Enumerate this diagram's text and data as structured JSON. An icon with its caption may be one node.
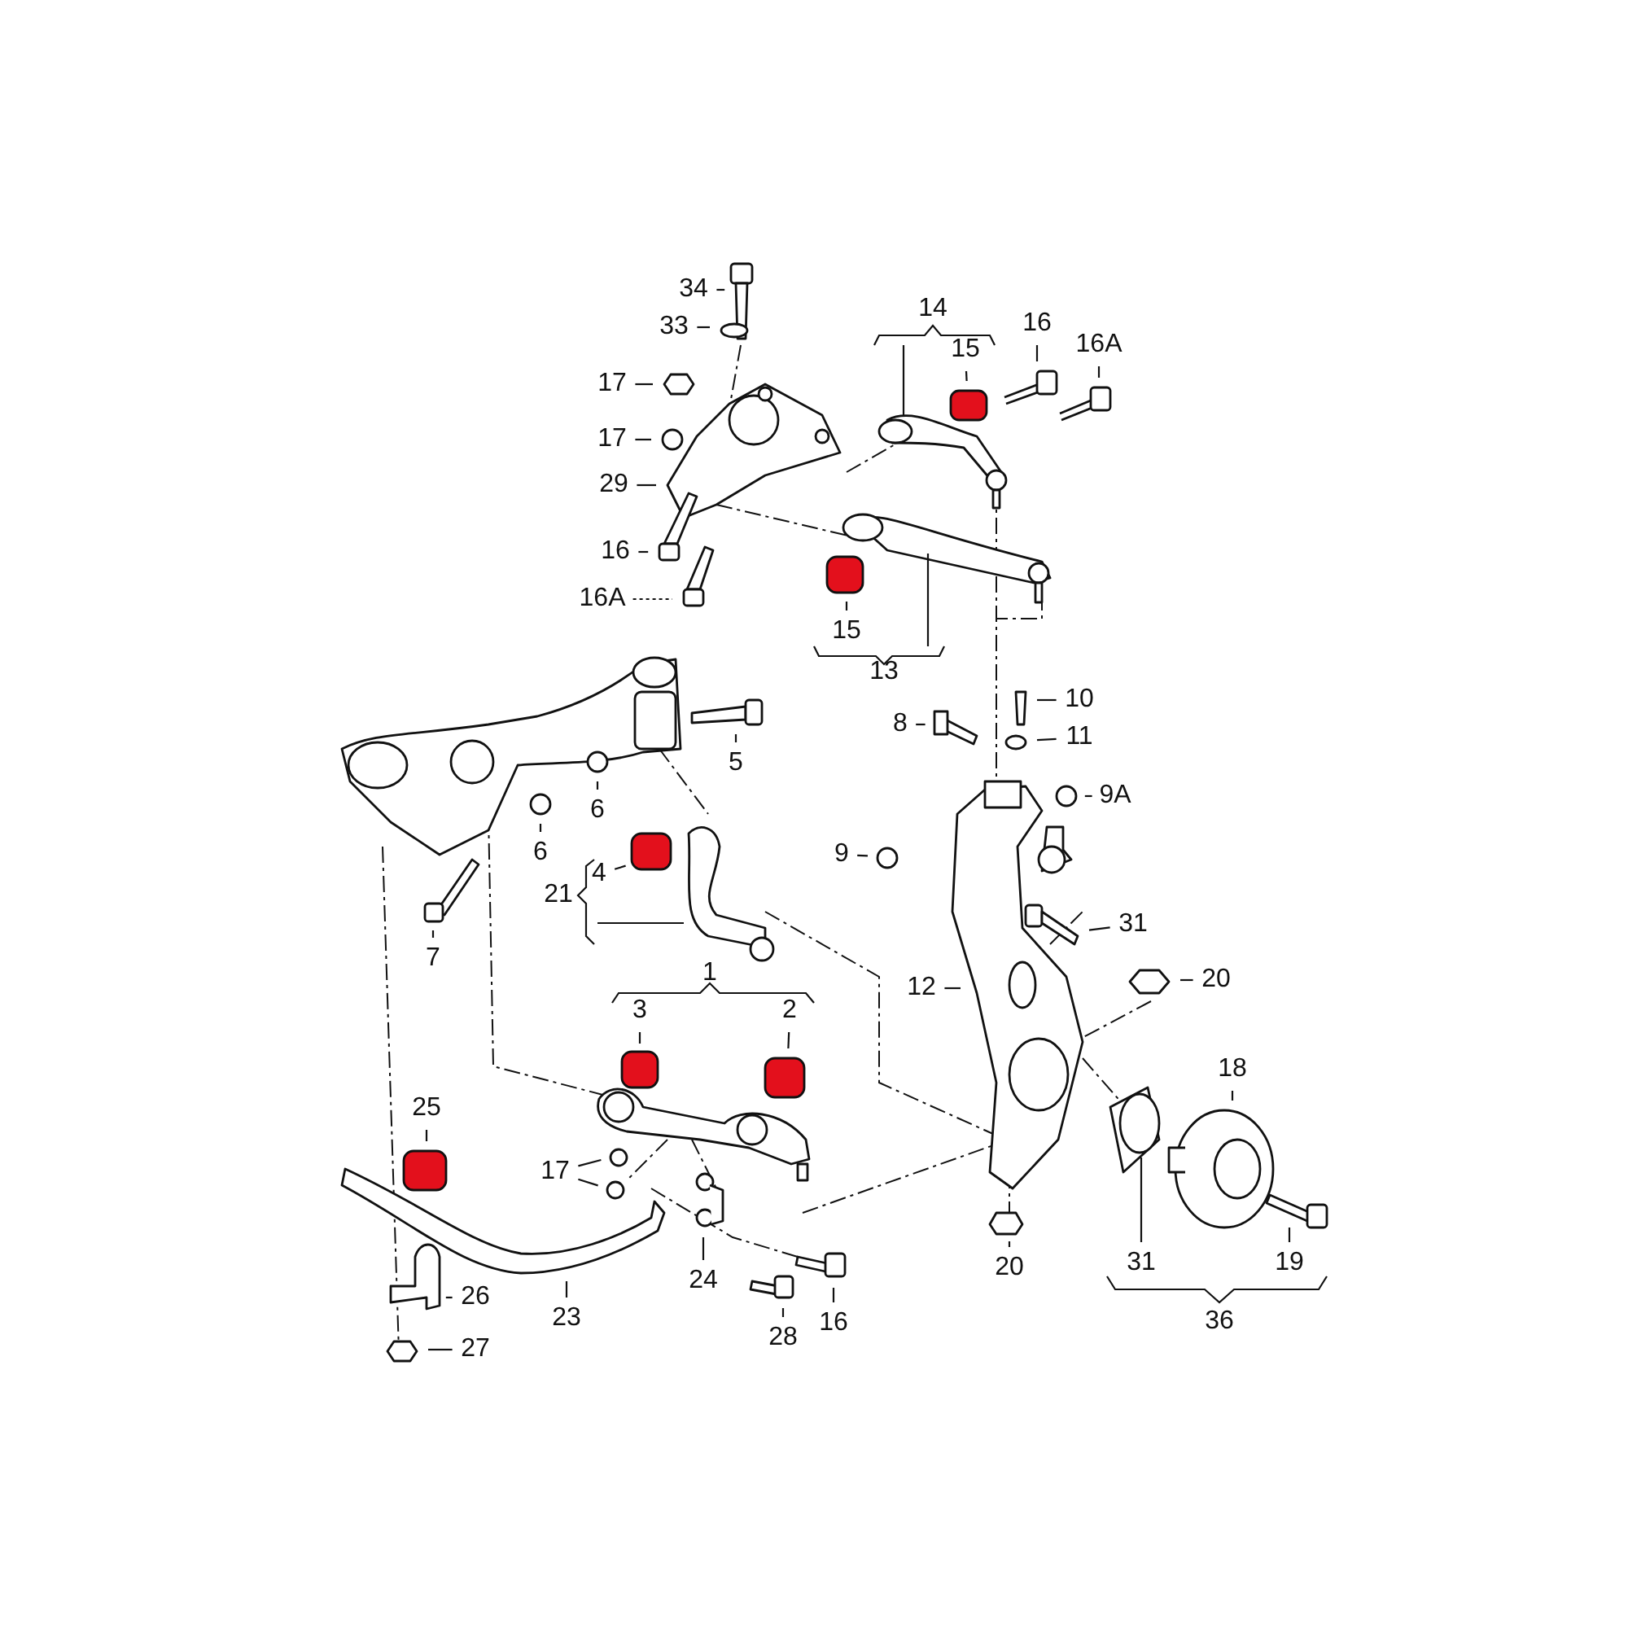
{
  "diagram": {
    "nodes": [
      {
        "text": [
          "34"
        ]
      },
      {
        "text": [
          "33"
        ]
      },
      {
        "text": [
          "15"
        ]
      },
      {
        "text": [
          "16"
        ]
      },
      {
        "text": [
          "16A"
        ]
      },
      {
        "text": [
          "17"
        ]
      },
      {
        "text": [
          "17"
        ]
      },
      {
        "text": [
          "29"
        ]
      },
      {
        "text": [
          "16"
        ]
      },
      {
        "text": [
          "16A"
        ]
      },
      {
        "text": [
          "15"
        ]
      },
      {
        "text": [
          "10"
        ]
      },
      {
        "text": [
          "8"
        ]
      },
      {
        "text": [
          "11"
        ]
      },
      {
        "text": [
          "5"
        ]
      },
      {
        "text": [
          "9A"
        ]
      },
      {
        "text": [
          "6"
        ]
      },
      {
        "text": [
          "6"
        ]
      },
      {
        "text": [
          "9"
        ]
      },
      {
        "text": [
          "4"
        ]
      },
      {
        "text": [
          "31"
        ]
      },
      {
        "text": [
          "7"
        ]
      },
      {
        "text": [
          "12"
        ]
      },
      {
        "text": [
          "20"
        ]
      },
      {
        "text": [
          "3"
        ]
      },
      {
        "text": [
          "2"
        ]
      },
      {
        "text": [
          "18"
        ]
      },
      {
        "text": [
          "25"
        ]
      },
      {
        "text": [
          "17"
        ]
      },
      {
        "text": [
          "24"
        ]
      },
      {
        "text": [
          "23"
        ]
      },
      {
        "text": [
          "26"
        ]
      },
      {
        "text": [
          "16"
        ]
      },
      {
        "text": [
          "28"
        ]
      },
      {
        "text": [
          "20"
        ]
      },
      {
        "text": [
          "31"
        ]
      },
      {
        "text": [
          "19"
        ]
      },
      {
        "text": [
          "27"
        ]
      },
      {
        "text": [
          "14"
        ]
      },
      {
        "text": [
          "13"
        ]
      },
      {
        "text": [
          "21"
        ]
      },
      {
        "text": [
          "1"
        ]
      },
      {
        "text": [
          "36"
        ]
      }
    ],
    "edges": [
      {
        "from": 0,
        "to": null,
        "arrow": "none"
      },
      {
        "from": 1,
        "to": null,
        "arrow": "none"
      },
      {
        "from": 2,
        "to": null,
        "arrow": "none"
      },
      {
        "from": 3,
        "to": null,
        "arrow": "none"
      },
      {
        "from": 4,
        "to": null,
        "arrow": "none"
      },
      {
        "from": 5,
        "to": null,
        "arrow": "none"
      },
      {
        "from": 6,
        "to": null,
        "arrow": "none"
      },
      {
        "from": 7,
        "to": null,
        "arrow": "none"
      },
      {
        "from": 8,
        "to": null,
        "arrow": "none"
      },
      {
        "from": 9,
        "to": null,
        "arrow": "none",
        "style": "dashed"
      },
      {
        "from": 10,
        "to": null,
        "arrow": "none"
      },
      {
        "from": 11,
        "to": null,
        "arrow": "none"
      },
      {
        "from": 12,
        "to": null,
        "arrow": "none"
      },
      {
        "from": 13,
        "to": null,
        "arrow": "none"
      },
      {
        "from": 14,
        "to": null,
        "arrow": "none"
      },
      {
        "from": 15,
        "to": null,
        "arrow": "none"
      },
      {
        "from": 16,
        "to": null,
        "arrow": "none"
      },
      {
        "from": 17,
        "to": null,
        "arrow": "none"
      },
      {
        "from": 18,
        "to": null,
        "arrow": "none"
      },
      {
        "from": 19,
        "to": null,
        "arrow": "none"
      },
      {
        "from": 20,
        "to": null,
        "arrow": "none"
      },
      {
        "from": 21,
        "to": null,
        "arrow": "none"
      },
      {
        "from": 22,
        "to": null,
        "arrow": "none"
      },
      {
        "from": 23,
        "to": null,
        "arrow": "none"
      },
      {
        "from": 24,
        "to": null,
        "arrow": "none"
      },
      {
        "from": 25,
        "to": null,
        "arrow": "none"
      },
      {
        "from": 26,
        "to": null,
        "arrow": "none"
      },
      {
        "from": 27,
        "to": null,
        "arrow": "none"
      },
      {
        "from": 28,
        "to": null,
        "arrow": "none"
      },
      {
        "from": 28,
        "to": null,
        "arrow": "none"
      },
      {
        "from": 29,
        "to": null,
        "arrow": "none"
      },
      {
        "from": 30,
        "to": null,
        "arrow": "none"
      },
      {
        "from": 31,
        "to": null,
        "arrow": "none"
      },
      {
        "from": 32,
        "to": null,
        "arrow": "none"
      },
      {
        "from": 33,
        "to": null,
        "arrow": "none"
      },
      {
        "from": 34,
        "to": null,
        "arrow": "none"
      },
      {
        "from": 35,
        "to": null,
        "arrow": "none"
      },
      {
        "from": 36,
        "to": null,
        "arrow": "none"
      },
      {
        "from": 37,
        "to": null,
        "arrow": "none"
      }
    ]
  }
}
